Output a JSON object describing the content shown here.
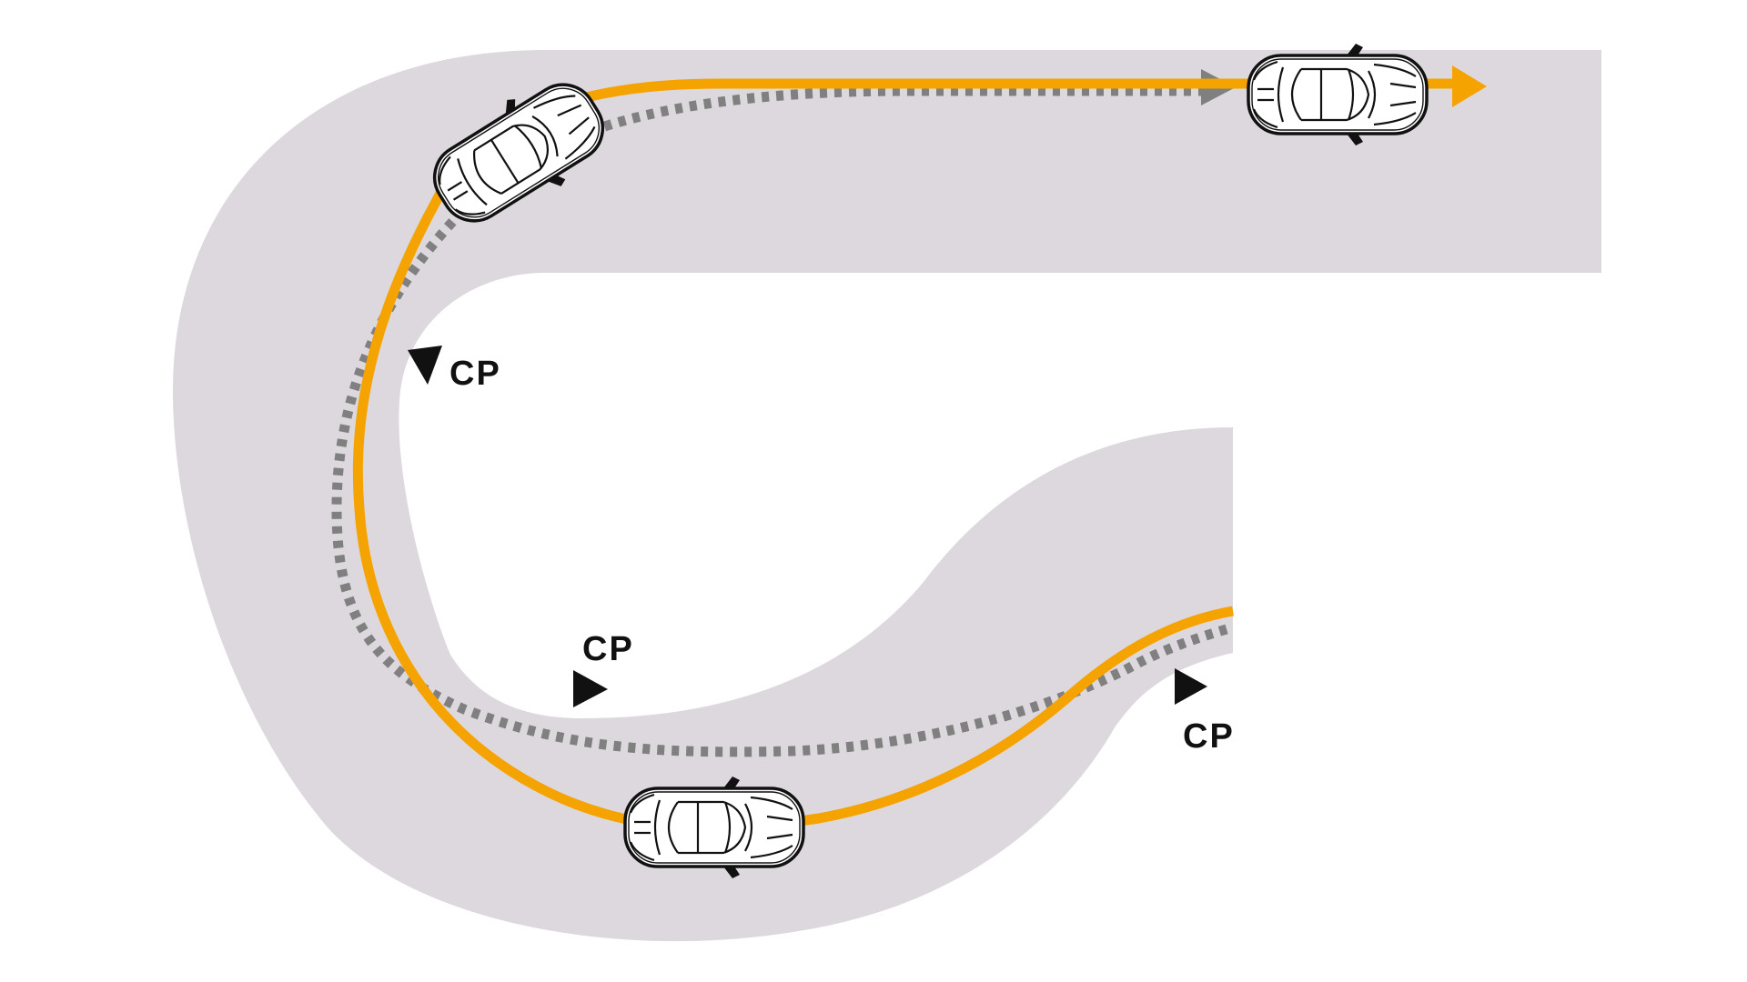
{
  "colors": {
    "background": "#ffffff",
    "track": "#ddd8dd",
    "racing_line": "#f5a300",
    "alternate_line": "#808080",
    "marker": "#111111",
    "car_body": "#ffffff",
    "car_outline": "#111111"
  },
  "lines": {
    "racing_line": {
      "style": "solid",
      "end_arrow": true
    },
    "alternate_line": {
      "style": "dashed",
      "end_arrow": true
    }
  },
  "markers": [
    {
      "label": "CP",
      "icon": "triangle-marker"
    },
    {
      "label": "CP",
      "icon": "triangle-marker"
    },
    {
      "label": "CP",
      "icon": "triangle-marker"
    }
  ],
  "cars": [
    {
      "icon": "car-top-view-icon"
    },
    {
      "icon": "car-top-view-icon"
    },
    {
      "icon": "car-top-view-icon"
    }
  ]
}
